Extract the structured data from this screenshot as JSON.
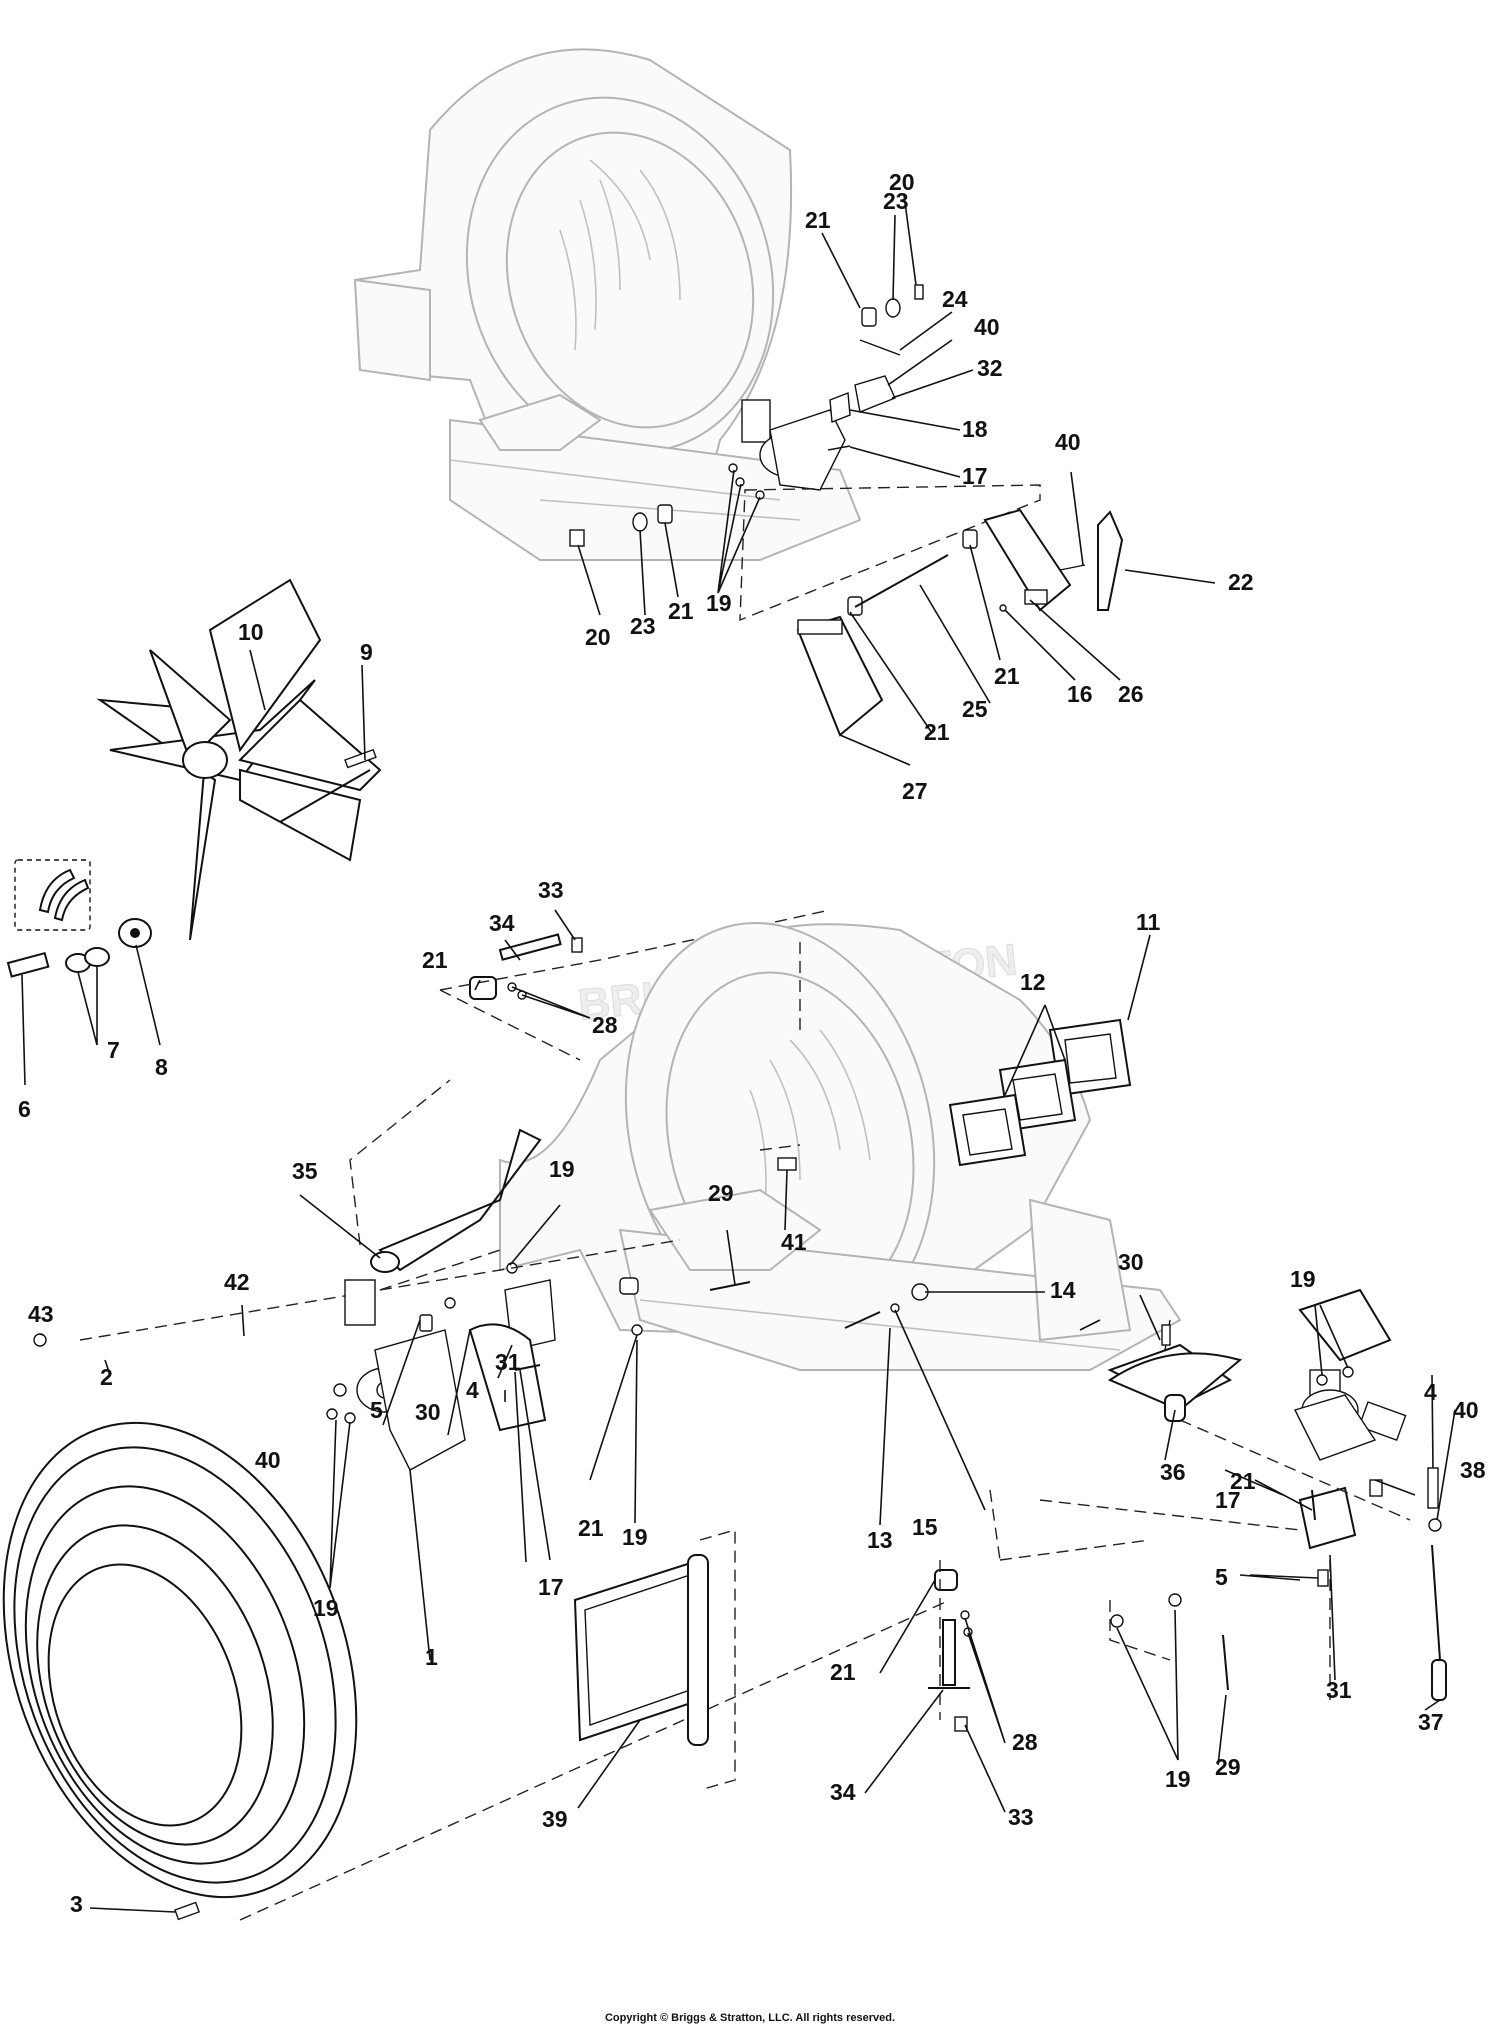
{
  "watermark": "BRIGGS&STRATTON",
  "copyright": "Copyright © Briggs & Stratton, LLC. All rights reserved.",
  "callouts": [
    {
      "id": "c-21a",
      "label": "21"
    },
    {
      "id": "c-23a",
      "label": "23"
    },
    {
      "id": "c-20a",
      "label": "20"
    },
    {
      "id": "c-24",
      "label": "24"
    },
    {
      "id": "c-40a",
      "label": "40"
    },
    {
      "id": "c-32",
      "label": "32"
    },
    {
      "id": "c-18",
      "label": "18"
    },
    {
      "id": "c-17a",
      "label": "17"
    },
    {
      "id": "c-40b",
      "label": "40"
    },
    {
      "id": "c-22",
      "label": "22"
    },
    {
      "id": "c-19a",
      "label": "19"
    },
    {
      "id": "c-20b",
      "label": "20"
    },
    {
      "id": "c-23b",
      "label": "23"
    },
    {
      "id": "c-21b",
      "label": "21"
    },
    {
      "id": "c-21c",
      "label": "21"
    },
    {
      "id": "c-16",
      "label": "16"
    },
    {
      "id": "c-26",
      "label": "26"
    },
    {
      "id": "c-25",
      "label": "25"
    },
    {
      "id": "c-21d",
      "label": "21"
    },
    {
      "id": "c-27",
      "label": "27"
    },
    {
      "id": "c-10",
      "label": "10"
    },
    {
      "id": "c-9",
      "label": "9"
    },
    {
      "id": "c-33a",
      "label": "33"
    },
    {
      "id": "c-34a",
      "label": "34"
    },
    {
      "id": "c-21e",
      "label": "21"
    },
    {
      "id": "c-28a",
      "label": "28"
    },
    {
      "id": "c-11",
      "label": "11"
    },
    {
      "id": "c-12",
      "label": "12"
    },
    {
      "id": "c-6",
      "label": "6"
    },
    {
      "id": "c-7",
      "label": "7"
    },
    {
      "id": "c-8",
      "label": "8"
    },
    {
      "id": "c-35",
      "label": "35"
    },
    {
      "id": "c-19b",
      "label": "19"
    },
    {
      "id": "c-29a",
      "label": "29"
    },
    {
      "id": "c-41",
      "label": "41"
    },
    {
      "id": "c-14",
      "label": "14"
    },
    {
      "id": "c-30a",
      "label": "30"
    },
    {
      "id": "c-19c",
      "label": "19"
    },
    {
      "id": "c-43",
      "label": "43"
    },
    {
      "id": "c-42",
      "label": "42"
    },
    {
      "id": "c-2",
      "label": "2"
    },
    {
      "id": "c-31a",
      "label": "31"
    },
    {
      "id": "c-5a",
      "label": "5"
    },
    {
      "id": "c-30b",
      "label": "30"
    },
    {
      "id": "c-4a",
      "label": "4"
    },
    {
      "id": "c-13",
      "label": "13"
    },
    {
      "id": "c-15",
      "label": "15"
    },
    {
      "id": "c-21f",
      "label": "21"
    },
    {
      "id": "c-4b",
      "label": "4"
    },
    {
      "id": "c-40c",
      "label": "40"
    },
    {
      "id": "c-38",
      "label": "38"
    },
    {
      "id": "c-40d",
      "label": "40"
    },
    {
      "id": "c-36",
      "label": "36"
    },
    {
      "id": "c-17b",
      "label": "17"
    },
    {
      "id": "c-21g",
      "label": "21"
    },
    {
      "id": "c-19d",
      "label": "19"
    },
    {
      "id": "c-17c",
      "label": "17"
    },
    {
      "id": "c-5b",
      "label": "5"
    },
    {
      "id": "c-19e",
      "label": "19"
    },
    {
      "id": "c-1",
      "label": "1"
    },
    {
      "id": "c-31b",
      "label": "31"
    },
    {
      "id": "c-37",
      "label": "37"
    },
    {
      "id": "c-21h",
      "label": "21"
    },
    {
      "id": "c-28b",
      "label": "28"
    },
    {
      "id": "c-34b",
      "label": "34"
    },
    {
      "id": "c-19f",
      "label": "19"
    },
    {
      "id": "c-29b",
      "label": "29"
    },
    {
      "id": "c-39",
      "label": "39"
    },
    {
      "id": "c-33b",
      "label": "33"
    },
    {
      "id": "c-3",
      "label": "3"
    }
  ]
}
